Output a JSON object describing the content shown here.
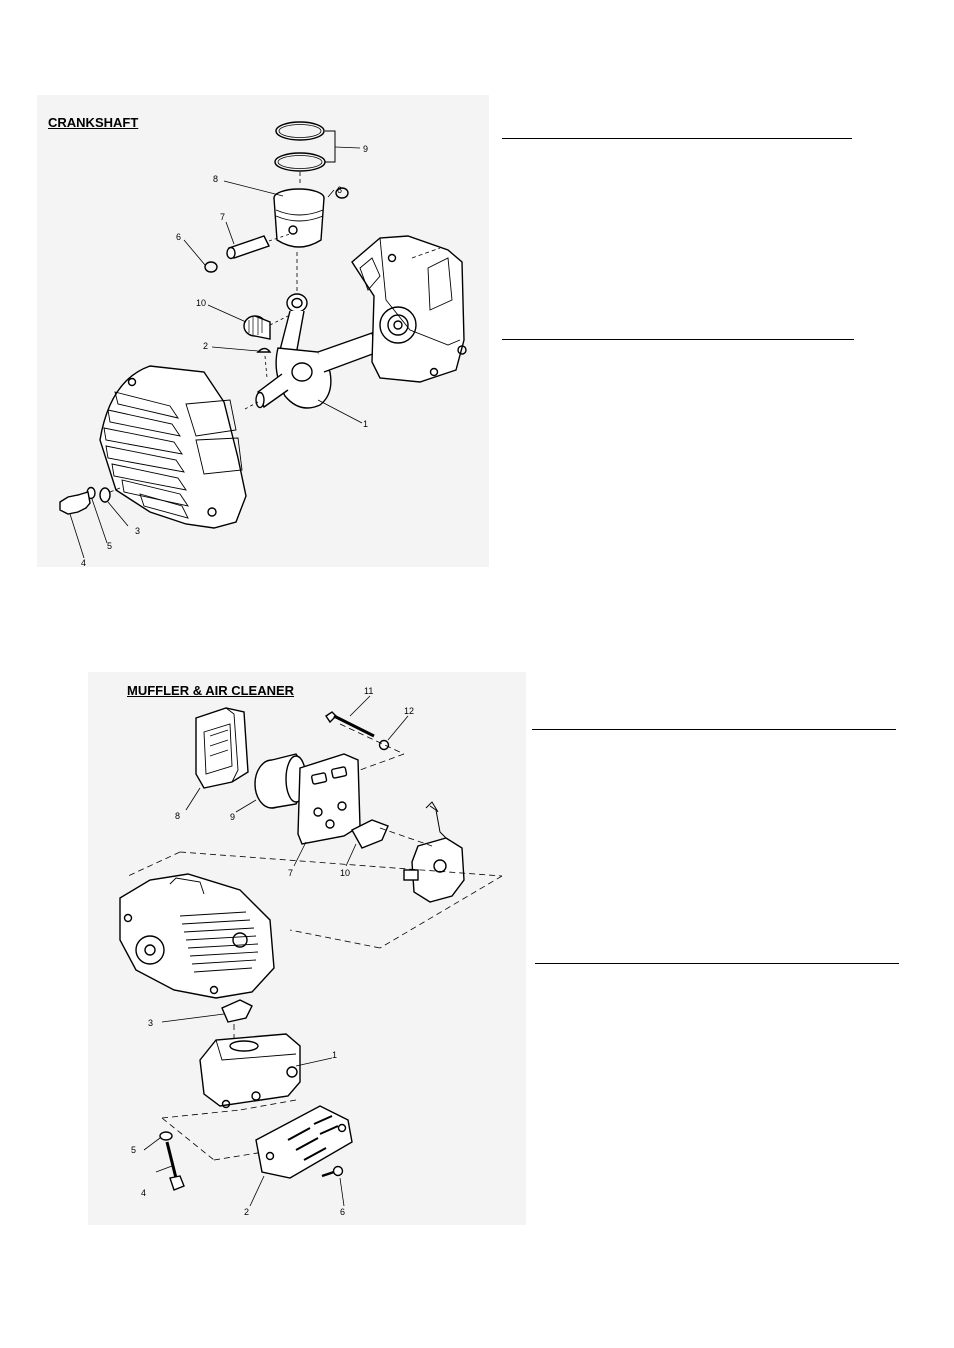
{
  "crankshaft": {
    "title": "CRANKSHAFT",
    "callouts": [
      "9",
      "8",
      "6",
      "7",
      "6",
      "10",
      "2",
      "1",
      "3",
      "5",
      "4"
    ]
  },
  "muffler": {
    "title": "MUFFLER & AIR CLEANER",
    "callouts": [
      "11",
      "12",
      "8",
      "9",
      "7",
      "10",
      "3",
      "1",
      "5",
      "4",
      "2",
      "6"
    ]
  }
}
